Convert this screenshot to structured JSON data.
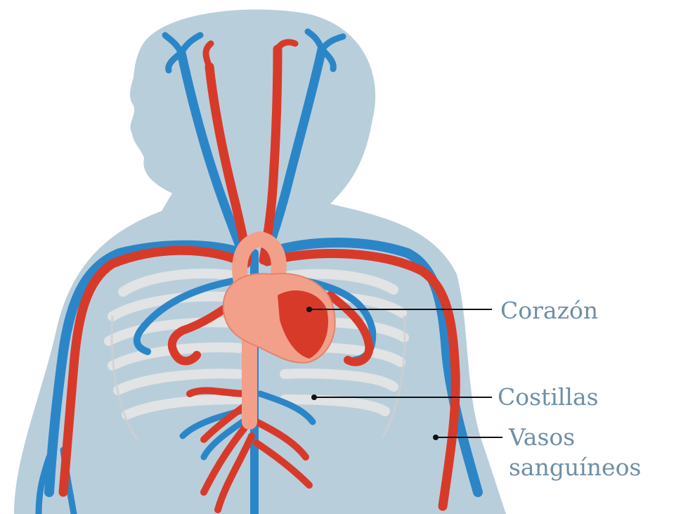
{
  "labels": {
    "corazon": "Corazón",
    "costillas": "Costillas",
    "vasos_line1": "Vasos",
    "vasos_line2": "sanguíneos"
  },
  "colors": {
    "silhouette": "#b9cedb",
    "artery": "#d83a2a",
    "vein": "#2b86c8",
    "heart": "#f2a08a",
    "ribs": "#e6e6e6",
    "label_text": "#6e8fa6",
    "leader_line": "#111111"
  }
}
